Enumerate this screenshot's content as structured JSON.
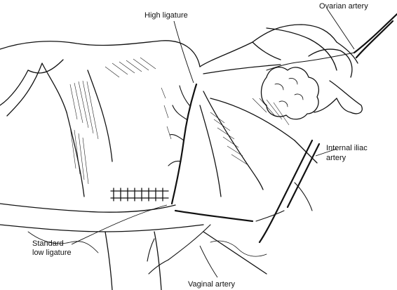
{
  "labels": {
    "high_ligature": "High ligature",
    "ovarian_artery": "Ovarian artery",
    "internal_iliac_line1": "Internal iliac",
    "internal_iliac_line2": "artery",
    "standard_line1": "Standard",
    "standard_line2": "low ligature",
    "vaginal_artery": "Vaginal artery"
  }
}
